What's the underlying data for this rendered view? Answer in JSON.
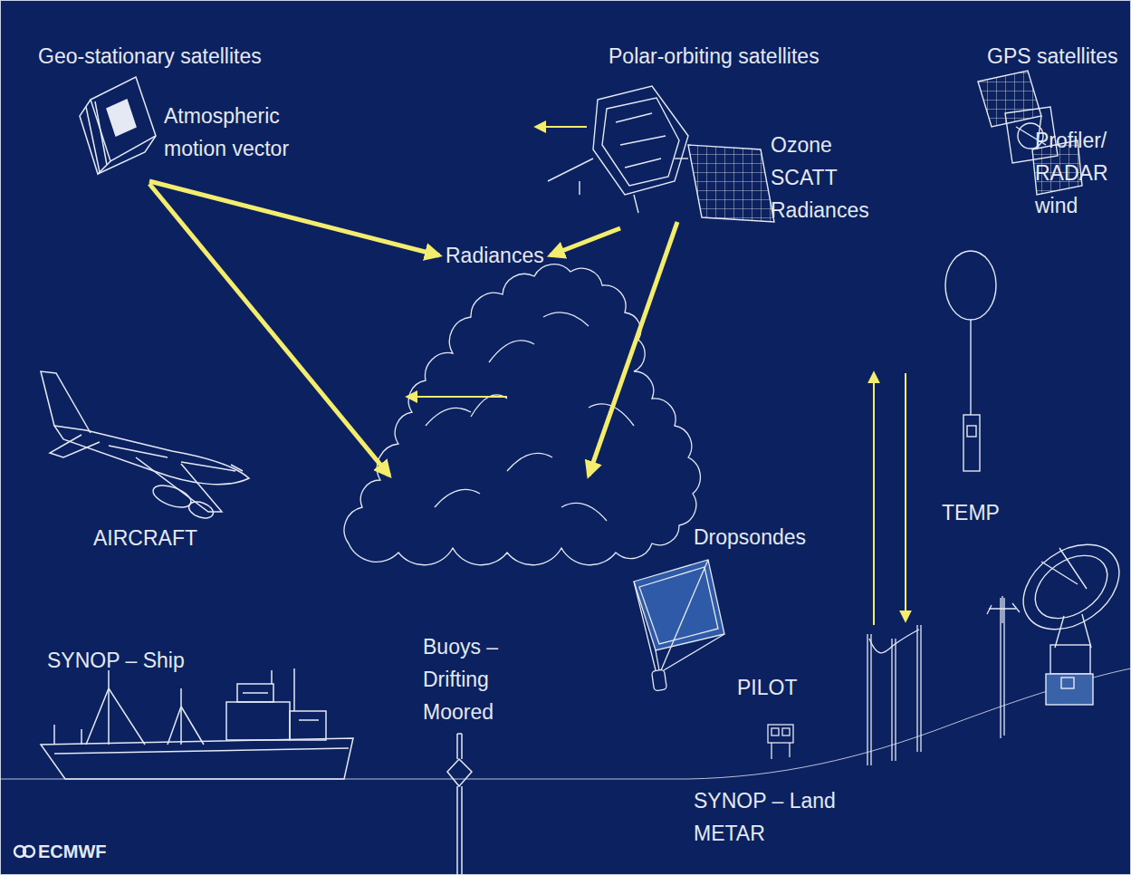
{
  "diagram": {
    "nodes": [
      {
        "text": [
          "Geo-stationary satellites",
          "Atmospheric motion vector"
        ]
      },
      {
        "text": [
          "Polar-orbiting satellites",
          "Ozone SCATT Radiances"
        ]
      },
      {
        "text": [
          "Radiances"
        ]
      }
    ],
    "edges": [
      {
        "from": 0,
        "to": 2,
        "arrow": "to"
      },
      {
        "from": 1,
        "to": 2,
        "arrow": "to"
      }
    ],
    "labels": [
      "GPS satellites",
      "Profiler/ RADAR wind",
      "TEMP",
      "AIRCRAFT",
      "Dropsondes",
      "SYNOP – Ship",
      "Buoys – Drifting Moored",
      "PILOT",
      "SYNOP – Land METAR",
      "ECMWF"
    ]
  }
}
